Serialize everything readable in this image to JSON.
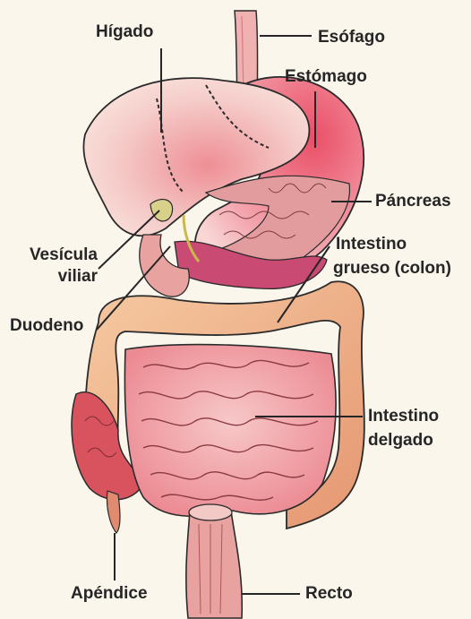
{
  "labels": {
    "higado": "Hígado",
    "esofago": "Esófago",
    "estomago": "Estómago",
    "pancreas": "Páncreas",
    "vesicula_line1": "Vesícula",
    "vesicula_line2": "viliar",
    "intestino_grueso_line1": "Intestino",
    "intestino_grueso_line2": "grueso (colon)",
    "duodeno": "Duodeno",
    "intestino_delgado_line1": "Intestino",
    "intestino_delgado_line2": "delgado",
    "apendice": "Apéndice",
    "recto": "Recto"
  },
  "colors": {
    "background": "#fbf6ec",
    "liver": "#f4c9c6",
    "stomach": "#f2a3ad",
    "pancreas": "#c94a72",
    "colon": "#f0b58e",
    "small_intestine": "#f2a4a8",
    "outline": "#2b2b2b"
  }
}
